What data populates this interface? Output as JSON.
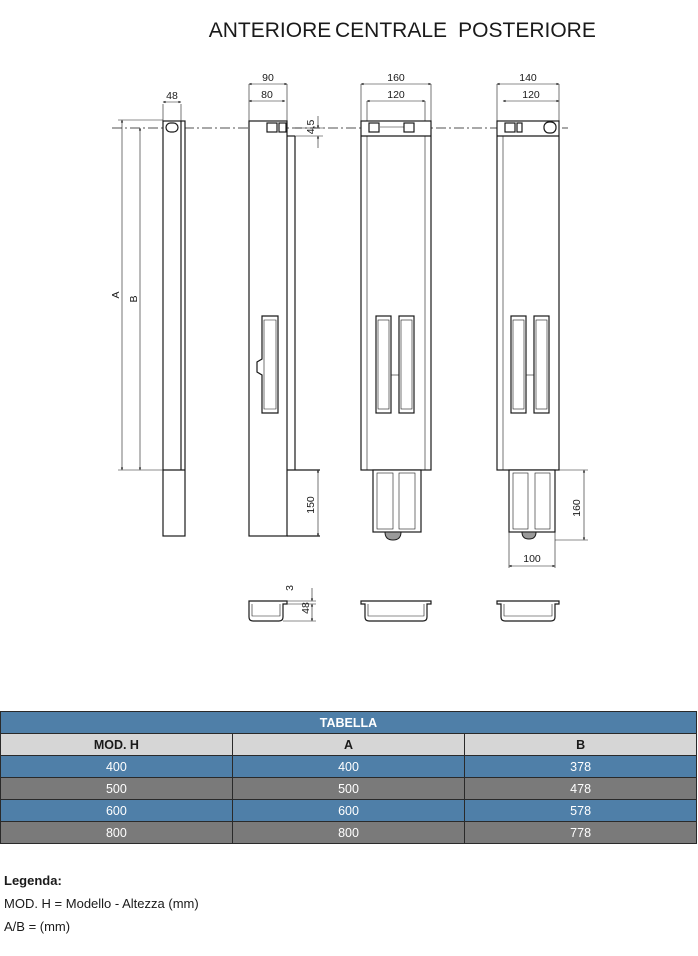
{
  "views": {
    "anteriore": "ANTERIORE",
    "centrale": "CENTRALE",
    "posteriore": "POSTERIORE"
  },
  "dimensions": {
    "side_width": "48",
    "side_a": "A",
    "side_b": "B",
    "ant_top_outer": "90",
    "ant_top_inner": "80",
    "ant_offset": "4,5",
    "ant_bottom": "150",
    "cen_top_outer": "160",
    "cen_top_inner": "120",
    "pos_top_outer": "140",
    "pos_top_inner": "120",
    "pos_bottom": "160",
    "pos_base": "100",
    "sec_thickness": "3",
    "sec_height": "48"
  },
  "table": {
    "title": "TABELLA",
    "headers": [
      "MOD. H",
      "A",
      "B"
    ],
    "rows": [
      [
        "400",
        "400",
        "378"
      ],
      [
        "500",
        "500",
        "478"
      ],
      [
        "600",
        "600",
        "578"
      ],
      [
        "800",
        "800",
        "778"
      ]
    ]
  },
  "legend": {
    "title": "Legenda:",
    "lines": [
      "MOD. H = Modello - Altezza (mm)",
      "A/B = (mm)"
    ]
  },
  "colors": {
    "table_blue": "#4f7fa8",
    "table_grey": "#7a7a7a",
    "header_light": "#d6d6d6"
  }
}
